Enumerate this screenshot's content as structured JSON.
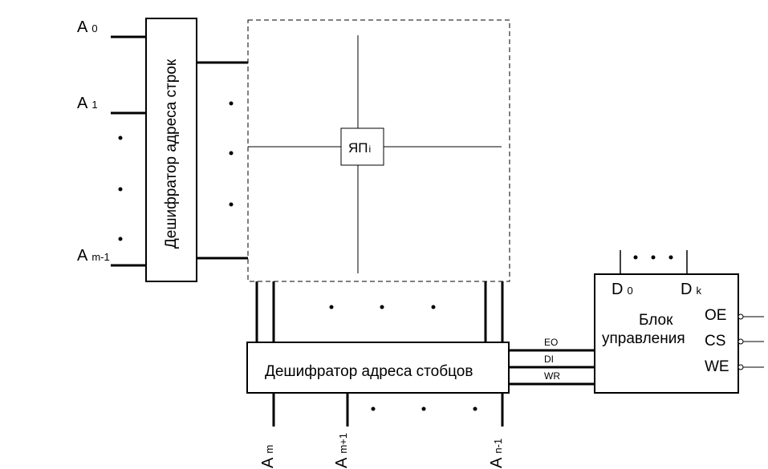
{
  "row_inputs": {
    "a0": {
      "letter": "A",
      "index": "0"
    },
    "a1": {
      "letter": "A",
      "index": "1"
    },
    "am1": {
      "letter": "A",
      "index": "m-1"
    }
  },
  "row_decoder": {
    "label": "Дешифратор адреса строк"
  },
  "memory_cell": {
    "letter": "ЯП",
    "index": "i"
  },
  "column_decoder": {
    "label": "Дешифратор адреса стобцов"
  },
  "column_inputs": {
    "am": {
      "letter": "A",
      "index": "m"
    },
    "am_plus_1": {
      "letter": "A",
      "index": "m+1"
    },
    "an1": {
      "letter": "A",
      "index": "n-1"
    }
  },
  "control_signals": {
    "eo": "EO",
    "di": "DI",
    "wr": "WR"
  },
  "control_block": {
    "title_line1": "Блок",
    "title_line2": "управления",
    "data_first": {
      "letter": "D",
      "index": "0"
    },
    "data_last": {
      "letter": "D",
      "index": "k"
    },
    "oe": "OE",
    "cs": "CS",
    "we": "WE"
  }
}
